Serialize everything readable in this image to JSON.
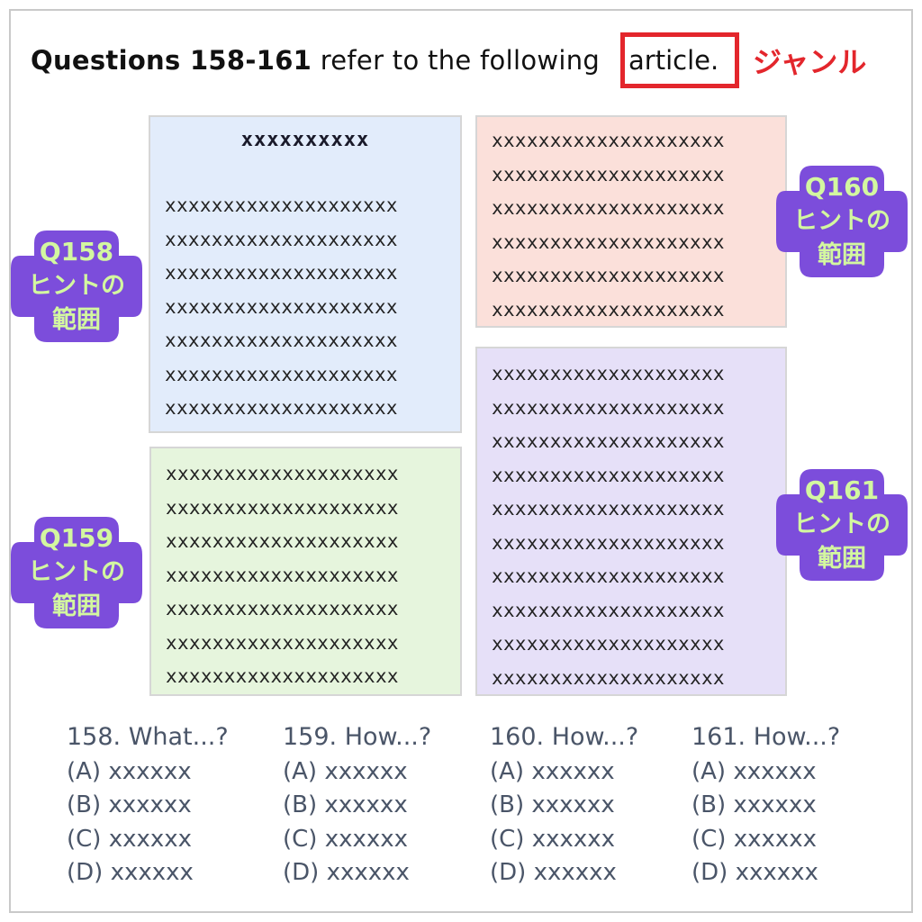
{
  "heading": {
    "bold_part": "Questions 158-161",
    "normal_part": " refer to the following ",
    "boxed_word": "article.",
    "genre_label": "ジャンル"
  },
  "passages": {
    "blue": {
      "title": "xxxxxxxxxx",
      "lines": [
        "xxxxxxxxxxxxxxxxxxxx",
        "xxxxxxxxxxxxxxxxxxxx",
        "xxxxxxxxxxxxxxxxxxxx",
        "xxxxxxxxxxxxxxxxxxxx",
        "xxxxxxxxxxxxxxxxxxxx",
        "xxxxxxxxxxxxxxxxxxxx",
        "xxxxxxxxxxxxxxxxxxxx"
      ]
    },
    "red": {
      "lines": [
        "xxxxxxxxxxxxxxxxxxxx",
        "xxxxxxxxxxxxxxxxxxxx",
        "xxxxxxxxxxxxxxxxxxxx",
        "xxxxxxxxxxxxxxxxxxxx",
        "xxxxxxxxxxxxxxxxxxxx",
        "xxxxxxxxxxxxxxxxxxxx"
      ]
    },
    "green": {
      "lines": [
        "xxxxxxxxxxxxxxxxxxxx",
        "xxxxxxxxxxxxxxxxxxxx",
        "xxxxxxxxxxxxxxxxxxxx",
        "xxxxxxxxxxxxxxxxxxxx",
        "xxxxxxxxxxxxxxxxxxxx",
        "xxxxxxxxxxxxxxxxxxxx",
        "xxxxxxxxxxxxxxxxxxxx"
      ]
    },
    "purple": {
      "lines": [
        "xxxxxxxxxxxxxxxxxxxx",
        "xxxxxxxxxxxxxxxxxxxx",
        "xxxxxxxxxxxxxxxxxxxx",
        "xxxxxxxxxxxxxxxxxxxx",
        "xxxxxxxxxxxxxxxxxxxx",
        "xxxxxxxxxxxxxxxxxxxx",
        "xxxxxxxxxxxxxxxxxxxx",
        "xxxxxxxxxxxxxxxxxxxx",
        "xxxxxxxxxxxxxxxxxxxx",
        "xxxxxxxxxxxxxxxxxxxx"
      ]
    }
  },
  "hints": {
    "q158": {
      "q": "Q158",
      "line2": "ヒントの",
      "line3": "範囲"
    },
    "q159": {
      "q": "Q159",
      "line2": "ヒントの",
      "line3": "範囲"
    },
    "q160": {
      "q": "Q160",
      "line2": "ヒントの",
      "line3": "範囲"
    },
    "q161": {
      "q": "Q161",
      "line2": "ヒントの",
      "line3": "範囲"
    }
  },
  "questions": {
    "q158": {
      "stem": "158. What...?",
      "a": "(A) xxxxxx",
      "b": "(B) xxxxxx",
      "c": "(C) xxxxxx",
      "d": "(D) xxxxxx"
    },
    "q159": {
      "stem": "159. How...?",
      "a": "(A) xxxxxx",
      "b": "(B) xxxxxx",
      "c": "(C) xxxxxx",
      "d": "(D) xxxxxx"
    },
    "q160": {
      "stem": "160. How...?",
      "a": "(A) xxxxxx",
      "b": "(B) xxxxxx",
      "c": "(C) xxxxxx",
      "d": "(D) xxxxxx"
    },
    "q161": {
      "stem": "161. How...?",
      "a": "(A) xxxxxx",
      "b": "(B) xxxxxx",
      "c": "(C) xxxxxx",
      "d": "(D) xxxxxx"
    }
  },
  "colors": {
    "accent_red": "#e3262c",
    "hint_purple": "#7c4ddb",
    "hint_text": "#d3f7a0",
    "passage_blue": "#e2ecfb",
    "passage_red": "#fbe0da",
    "passage_green": "#e6f5dd",
    "passage_purple": "#e6e0f8"
  }
}
